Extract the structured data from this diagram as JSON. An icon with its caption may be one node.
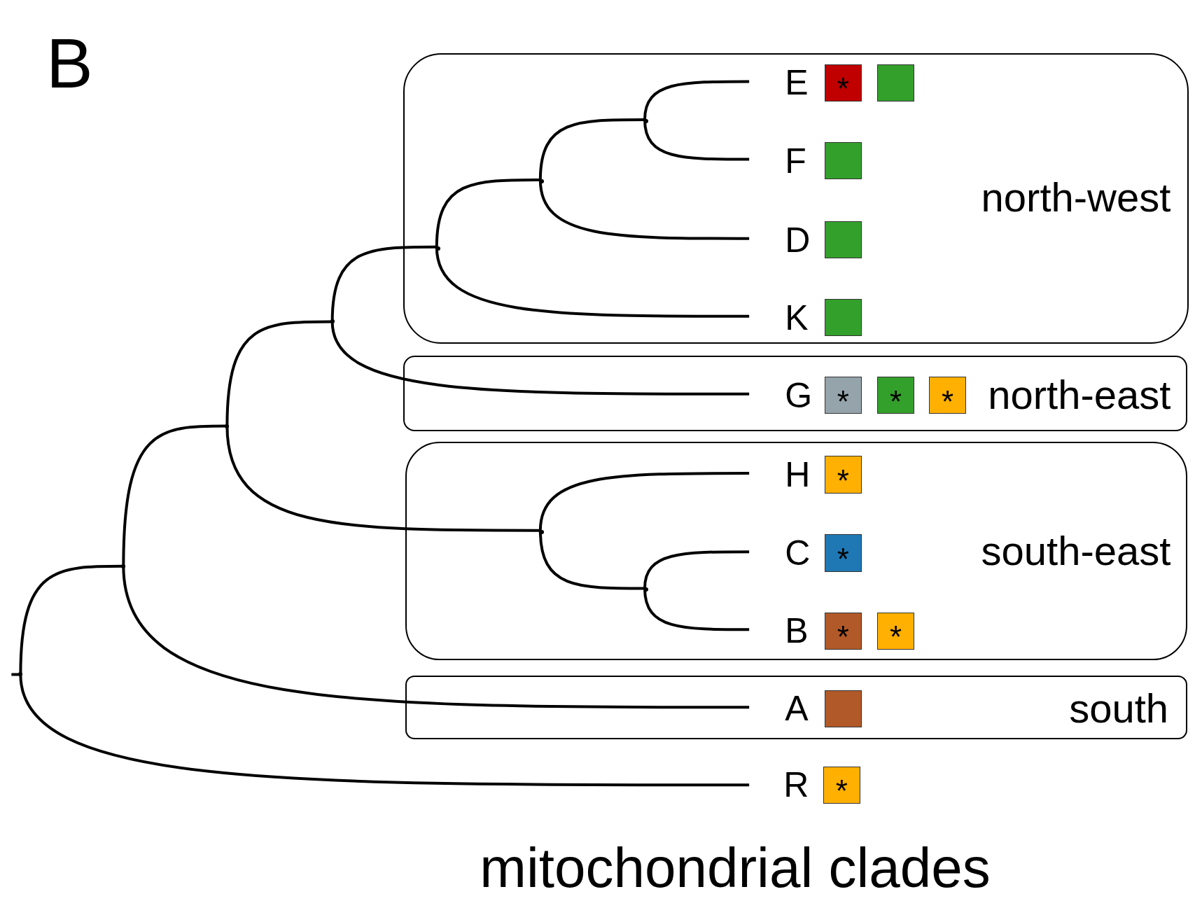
{
  "diagram": {
    "caption": "mitochondrial clades",
    "nodes": [
      {
        "text": [
          "north-west"
        ]
      },
      {
        "text": [
          "E"
        ],
        "in": 0
      },
      {
        "text": [
          "*"
        ],
        "in": 0
      },
      {
        "text": [],
        "shape": "box",
        "in": 0
      },
      {
        "text": [
          "F"
        ],
        "in": 0
      },
      {
        "text": [],
        "shape": "box",
        "in": 0
      },
      {
        "text": [
          "D"
        ],
        "in": 0
      },
      {
        "text": [],
        "shape": "box",
        "in": 0
      },
      {
        "text": [
          "K"
        ],
        "in": 0
      },
      {
        "text": [],
        "shape": "box",
        "in": 0
      },
      {
        "text": [
          "north-east"
        ]
      },
      {
        "text": [
          "G"
        ],
        "in": 10
      },
      {
        "text": [
          "*"
        ],
        "in": 10
      },
      {
        "text": [
          "*"
        ],
        "in": 10
      },
      {
        "text": [
          "*"
        ],
        "in": 10
      },
      {
        "text": [
          "south-east"
        ]
      },
      {
        "text": [
          "H"
        ],
        "in": 15
      },
      {
        "text": [
          "*"
        ],
        "in": 15
      },
      {
        "text": [
          "C"
        ],
        "in": 15
      },
      {
        "text": [
          "*"
        ],
        "in": 15
      },
      {
        "text": [
          "B"
        ],
        "in": 15
      },
      {
        "text": [
          "*"
        ],
        "in": 15
      },
      {
        "text": [
          "*"
        ],
        "in": 15
      },
      {
        "text": [
          "south"
        ]
      },
      {
        "text": [
          "A"
        ],
        "in": 23
      },
      {
        "text": [],
        "shape": "box",
        "in": 23
      },
      {
        "text": [
          "R"
        ]
      },
      {
        "text": [
          "*"
        ]
      },
      {
        "text": [],
        "shape": "point"
      },
      {
        "text": [],
        "shape": "point"
      },
      {
        "text": [],
        "shape": "point"
      },
      {
        "text": [],
        "shape": "point"
      },
      {
        "text": [],
        "shape": "point",
        "in": 0
      },
      {
        "text": [],
        "shape": "point",
        "in": 0
      },
      {
        "text": [],
        "shape": "point",
        "in": 0
      },
      {
        "text": [],
        "shape": "point",
        "in": 15
      },
      {
        "text": [],
        "shape": "point",
        "in": 15
      }
    ],
    "edges": [
      {
        "from": null,
        "to": 28,
        "arrow": "none"
      },
      {
        "from": 28,
        "to": 29,
        "arrow": "none"
      },
      {
        "from": 28,
        "to": 26,
        "arrow": "none"
      },
      {
        "from": 29,
        "to": 30,
        "arrow": "none"
      },
      {
        "from": 29,
        "to": 24,
        "arrow": "none"
      },
      {
        "from": 30,
        "to": 31,
        "arrow": "none"
      },
      {
        "from": 30,
        "to": 35,
        "arrow": "none"
      },
      {
        "from": 31,
        "to": 32,
        "arrow": "none"
      },
      {
        "from": 31,
        "to": 11,
        "arrow": "none"
      },
      {
        "from": 32,
        "to": 33,
        "arrow": "none"
      },
      {
        "from": 32,
        "to": 8,
        "arrow": "none"
      },
      {
        "from": 33,
        "to": 34,
        "arrow": "none"
      },
      {
        "from": 33,
        "to": 6,
        "arrow": "none"
      },
      {
        "from": 34,
        "to": 1,
        "arrow": "none"
      },
      {
        "from": 34,
        "to": 4,
        "arrow": "none"
      },
      {
        "from": 35,
        "to": 16,
        "arrow": "none"
      },
      {
        "from": 35,
        "to": 36,
        "arrow": "none"
      },
      {
        "from": 36,
        "to": 18,
        "arrow": "none"
      },
      {
        "from": 36,
        "to": 20,
        "arrow": "none"
      }
    ],
    "labels": [
      "B"
    ]
  }
}
